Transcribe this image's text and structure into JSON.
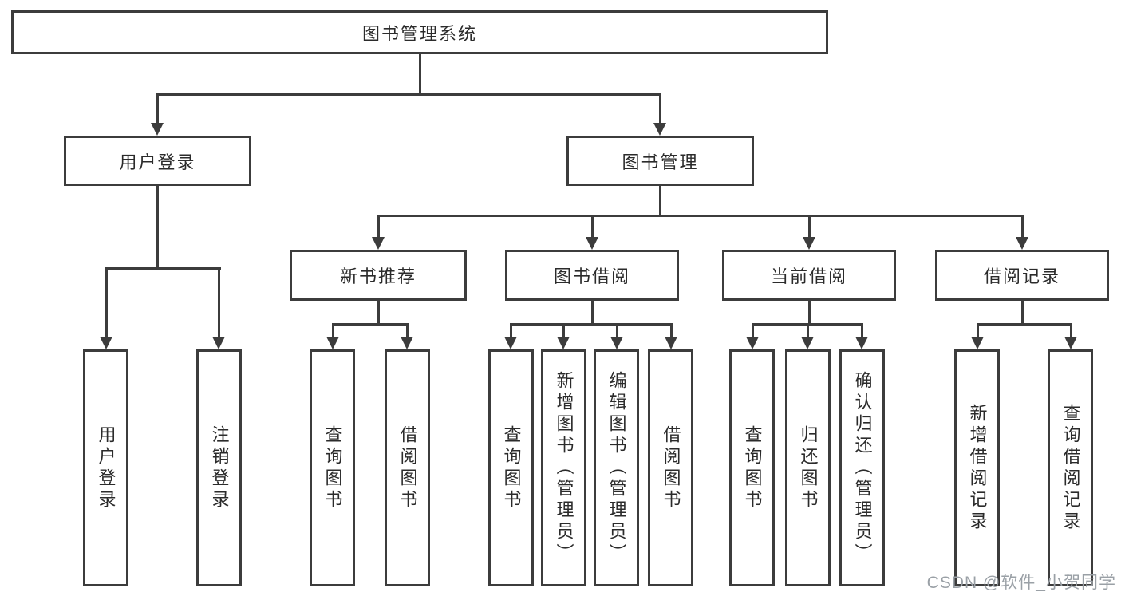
{
  "nodes": {
    "root": "图书管理系统",
    "level2": [
      "用户登录",
      "图书管理"
    ],
    "level3": [
      "新书推荐",
      "图书借阅",
      "当前借阅",
      "借阅记录"
    ],
    "leaves": {
      "user_login": [
        "用户登录",
        "注销登录"
      ],
      "new_book": [
        "查询图书",
        "借阅图书"
      ],
      "book_borrow": [
        "查询图书",
        "新增图书（管理员）",
        "编辑图书（管理员）",
        "借阅图书"
      ],
      "current_borrow": [
        "查询图书",
        "归还图书",
        "确认归还（管理员）"
      ],
      "borrow_record": [
        "新增借阅记录",
        "查询借阅记录"
      ]
    }
  },
  "watermark": "CSDN @软件_小贺同学",
  "colors": {
    "line": "#3c3c3c",
    "text": "#2b2b2b",
    "watermark": "#9aa0a6",
    "background": "#ffffff"
  }
}
